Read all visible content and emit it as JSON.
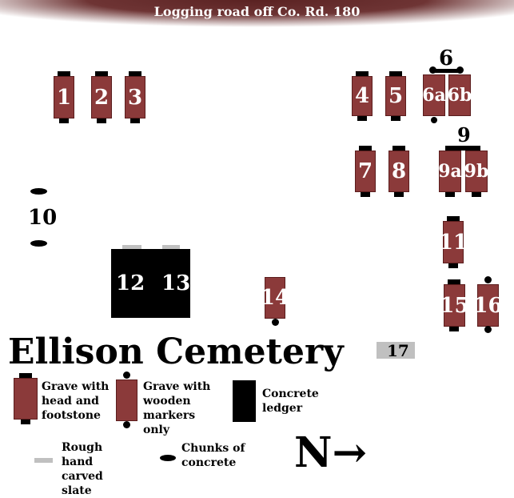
{
  "road_label": "Logging road off Co. Rd. 180",
  "title": "Ellison Cemetery",
  "graves": {
    "g1": "1",
    "g2": "2",
    "g3": "3",
    "g4": "4",
    "g5": "5",
    "g6": "6",
    "g6a": "6a",
    "g6b": "6b",
    "g7": "7",
    "g8": "8",
    "g9": "9",
    "g9a": "9a",
    "g9b": "9b",
    "g10": "10",
    "g11": "11",
    "g12": "12",
    "g13": "13",
    "g14": "14",
    "g15": "15",
    "g16": "16",
    "g17": "17"
  },
  "legend": {
    "head_foot": "Grave with head and footstone",
    "wooden": "Grave with wooden markers only",
    "ledger": "Concrete ledger",
    "slate": "Rough hand carved slate",
    "concrete": "Chunks of concrete"
  },
  "north": "N→",
  "colors": {
    "grave": "#8b3a3a",
    "ledger": "#000000",
    "slate": "#c0c0c0",
    "road": "#6e3434"
  }
}
